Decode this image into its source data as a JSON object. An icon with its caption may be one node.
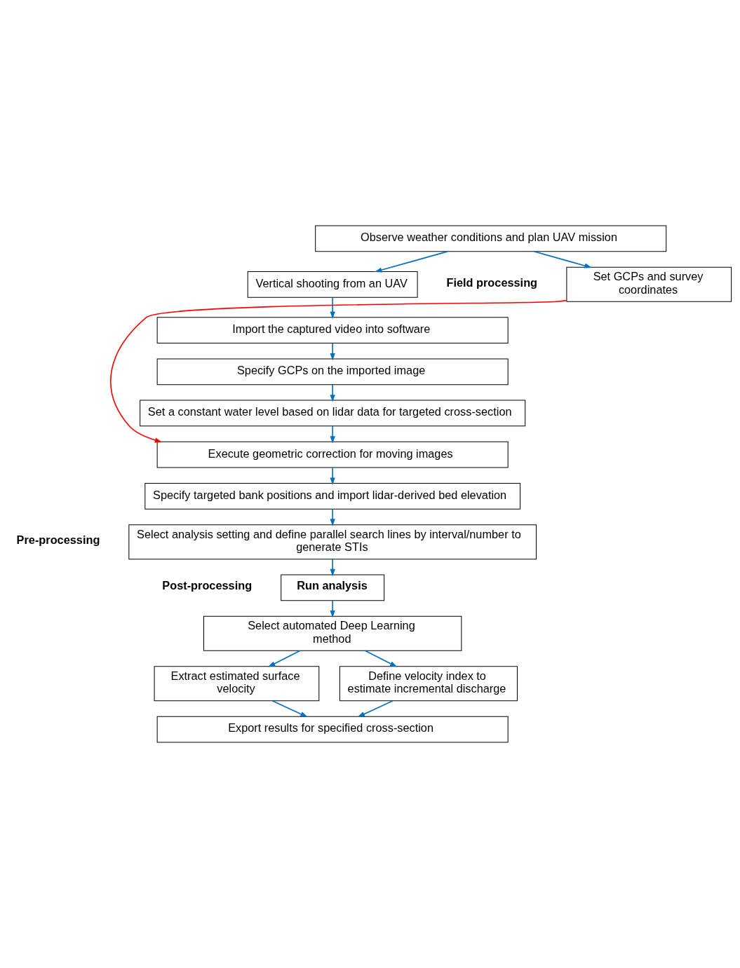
{
  "diagram": {
    "nodes": [
      {
        "text": [
          "Observe weather conditions and plan UAV mission"
        ]
      },
      {
        "text": [
          "Set GCPs and survey coordinates"
        ]
      },
      {
        "text": [
          "Vertical shooting from an UAV"
        ]
      },
      {
        "text": [
          "Import the captured video into software"
        ]
      },
      {
        "text": [
          "Specify GCPs on the imported image"
        ]
      },
      {
        "text": [
          "Set a constant water level based on lidar data for targeted cross-section"
        ]
      },
      {
        "text": [
          "Execute geometric correction for moving images"
        ]
      },
      {
        "text": [
          "Specify targeted bank positions and import lidar-derived bed elevation"
        ]
      },
      {
        "text": [
          "Select analysis setting and define parallel search lines by interval/number to generate STIs"
        ]
      },
      {
        "text": [
          "Run analysis"
        ]
      },
      {
        "text": [
          "Select automated Deep Learning method"
        ]
      },
      {
        "text": [
          "Extract estimated surface velocity"
        ]
      },
      {
        "text": [
          "Define velocity index to estimate incremental discharge"
        ]
      },
      {
        "text": [
          "Export results for specified cross-section"
        ]
      }
    ],
    "edges": [
      {
        "from": 0,
        "to": 1,
        "arrow": "to"
      },
      {
        "from": 0,
        "to": 2,
        "arrow": "to"
      },
      {
        "from": 2,
        "to": 3,
        "arrow": "to"
      },
      {
        "from": 3,
        "to": 4,
        "arrow": "to"
      },
      {
        "from": 4,
        "to": 5,
        "arrow": "to"
      },
      {
        "from": 5,
        "to": 6,
        "arrow": "to"
      },
      {
        "from": 6,
        "to": 7,
        "arrow": "to"
      },
      {
        "from": 7,
        "to": 8,
        "arrow": "to"
      },
      {
        "from": 8,
        "to": 9,
        "arrow": "to"
      },
      {
        "from": 9,
        "to": 10,
        "arrow": "to"
      },
      {
        "from": 10,
        "to": 11,
        "arrow": "to"
      },
      {
        "from": 10,
        "to": 12,
        "arrow": "to"
      },
      {
        "from": 11,
        "to": 13,
        "arrow": "to"
      },
      {
        "from": 12,
        "to": 13,
        "arrow": "to"
      },
      {
        "from": 1,
        "to": 6,
        "arrow": "to",
        "color": "#ff0000"
      }
    ],
    "labels": [
      "Field processing",
      "Pre-processing",
      "Post-processing"
    ]
  }
}
